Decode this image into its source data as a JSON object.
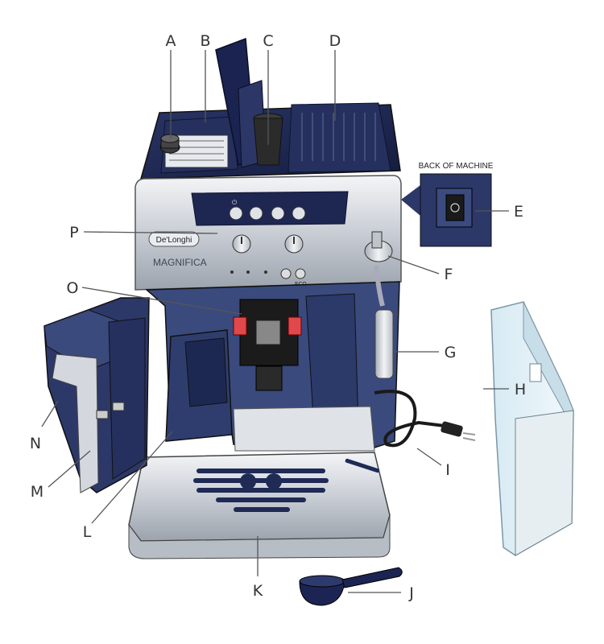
{
  "callouts": [
    {
      "letter": "A"
    },
    {
      "letter": "B"
    },
    {
      "letter": "C"
    },
    {
      "letter": "D"
    },
    {
      "letter": "E"
    },
    {
      "letter": "F"
    },
    {
      "letter": "G"
    },
    {
      "letter": "H"
    },
    {
      "letter": "I"
    },
    {
      "letter": "J"
    },
    {
      "letter": "K"
    },
    {
      "letter": "L"
    },
    {
      "letter": "M"
    },
    {
      "letter": "N"
    },
    {
      "letter": "O"
    },
    {
      "letter": "P"
    }
  ],
  "inset": {
    "title": "BACK OF MACHINE"
  },
  "machine": {
    "brand": "De'Longhi",
    "model": "MAGNIFICA",
    "eco_label": "ECO"
  },
  "colors": {
    "navy": "#1f2a55",
    "silver": "#d7dbe0",
    "red": "#e0484c",
    "blue_panel": "#3a4a7d"
  }
}
